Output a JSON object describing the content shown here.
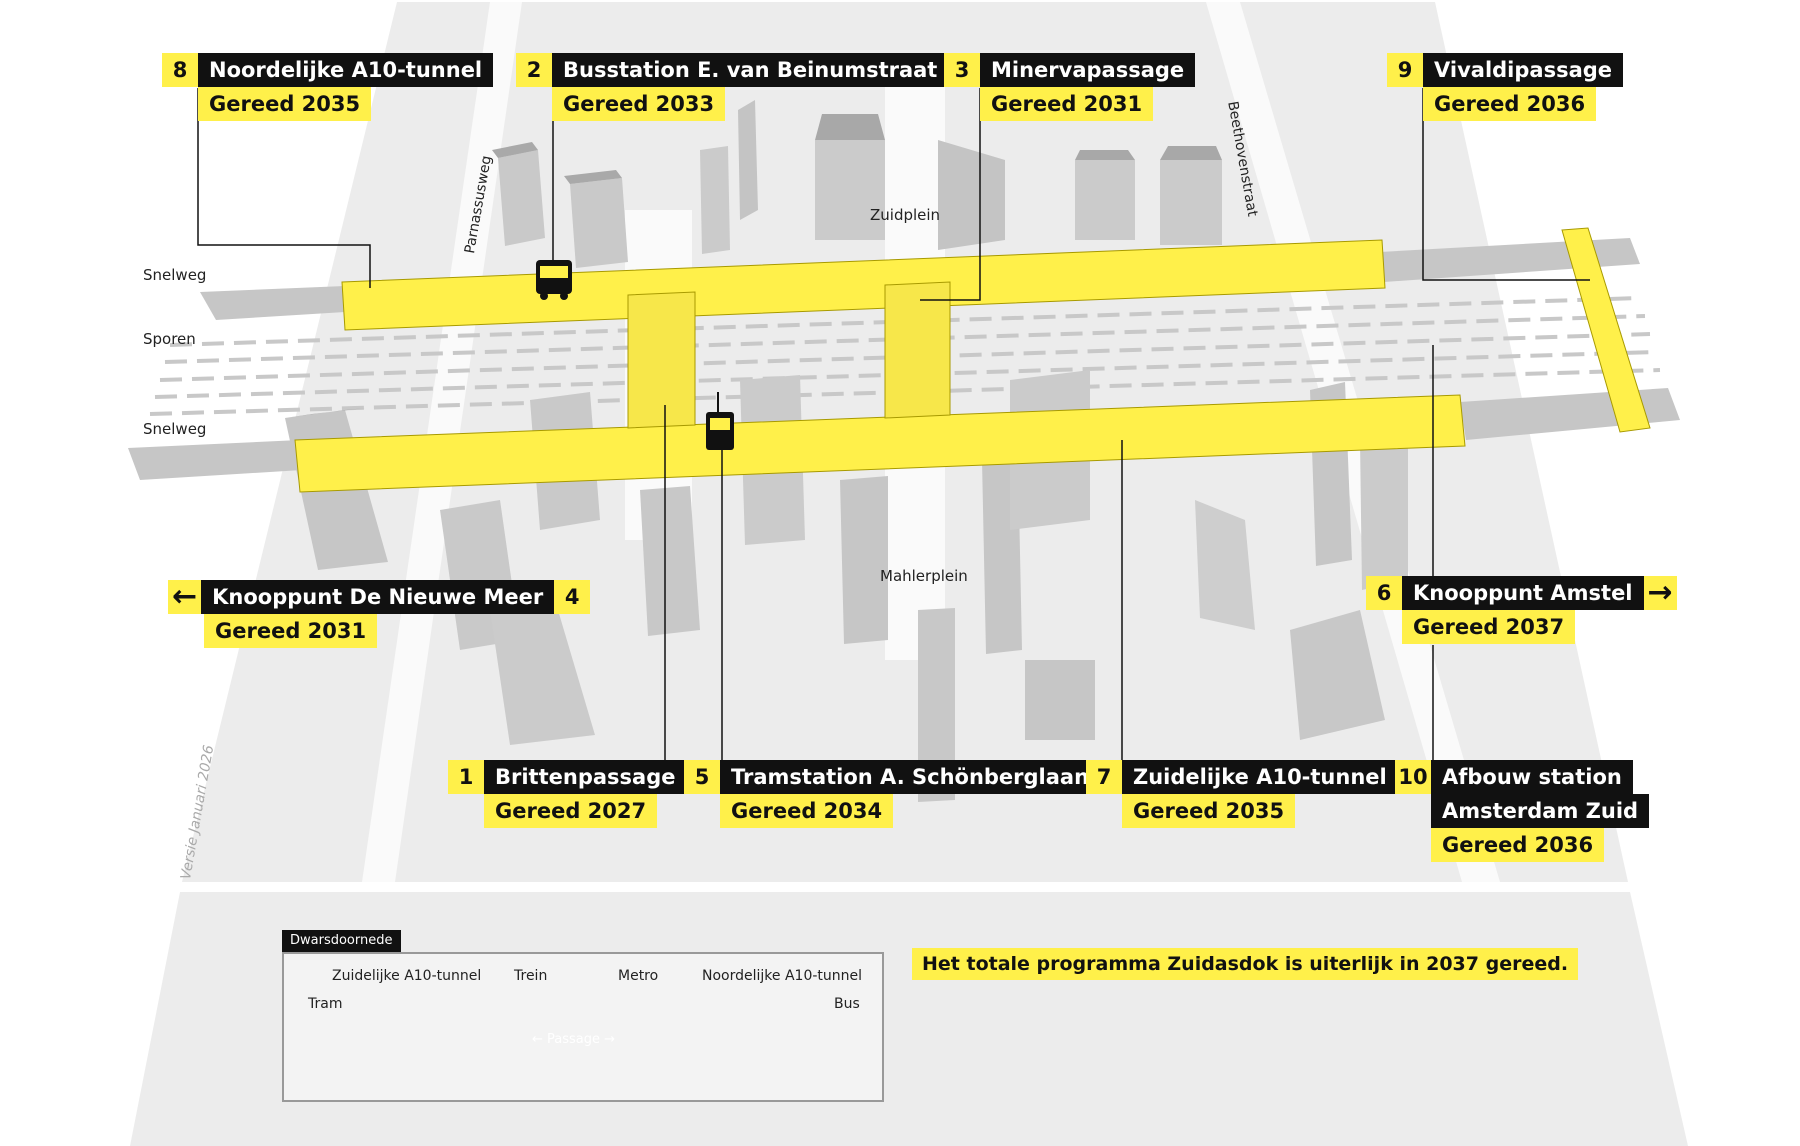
{
  "colors": {
    "accent_yellow": "#fff04a",
    "label_black": "#111111",
    "ground": "#ececec",
    "building": "#c8c8c8"
  },
  "map_labels": {
    "snelweg_top": "Snelweg",
    "sporen": "Sporen",
    "snelweg_bottom": "Snelweg",
    "zuidplein": "Zuidplein",
    "mahlerplein": "Mahlerplein",
    "parnassusweg": "Parnassusweg",
    "beethovenstraat": "Beethovenstraat"
  },
  "projects": [
    {
      "number": "8",
      "name": "Noordelijke A10-tunnel",
      "status": "Gereed 2035"
    },
    {
      "number": "2",
      "name": "Busstation E. van Beinumstraat",
      "status": "Gereed 2033"
    },
    {
      "number": "3",
      "name": "Minervapassage",
      "status": "Gereed 2031"
    },
    {
      "number": "9",
      "name": "Vivaldipassage",
      "status": "Gereed 2036"
    },
    {
      "number": "4",
      "name": "Knooppunt De Nieuwe Meer",
      "status": "Gereed 2031"
    },
    {
      "number": "6",
      "name": "Knooppunt Amstel",
      "status": "Gereed 2037"
    },
    {
      "number": "1",
      "name": "Brittenpassage",
      "status": "Gereed 2027"
    },
    {
      "number": "5",
      "name": "Tramstation A. Schönberglaan",
      "status": "Gereed 2034"
    },
    {
      "number": "7",
      "name": "Zuidelijke A10-tunnel",
      "status": "Gereed 2035"
    },
    {
      "number": "10",
      "name_line1": "Afbouw station",
      "name_line2": "Amsterdam Zuid",
      "status": "Gereed 2036"
    }
  ],
  "arrows": {
    "left": "←",
    "right": "→"
  },
  "version": "Versie Januari 2026",
  "summary": "Het totale programma Zuidasdok is uiterlijk in 2037 gereed.",
  "cross_section": {
    "title": "Dwarsdoornede",
    "labels": {
      "zuid_tunnel": "Zuidelijke A10-tunnel",
      "trein": "Trein",
      "metro": "Metro",
      "noord_tunnel": "Noordelijke A10-tunnel",
      "tram": "Tram",
      "bus": "Bus",
      "passage": "← Passage →"
    }
  }
}
